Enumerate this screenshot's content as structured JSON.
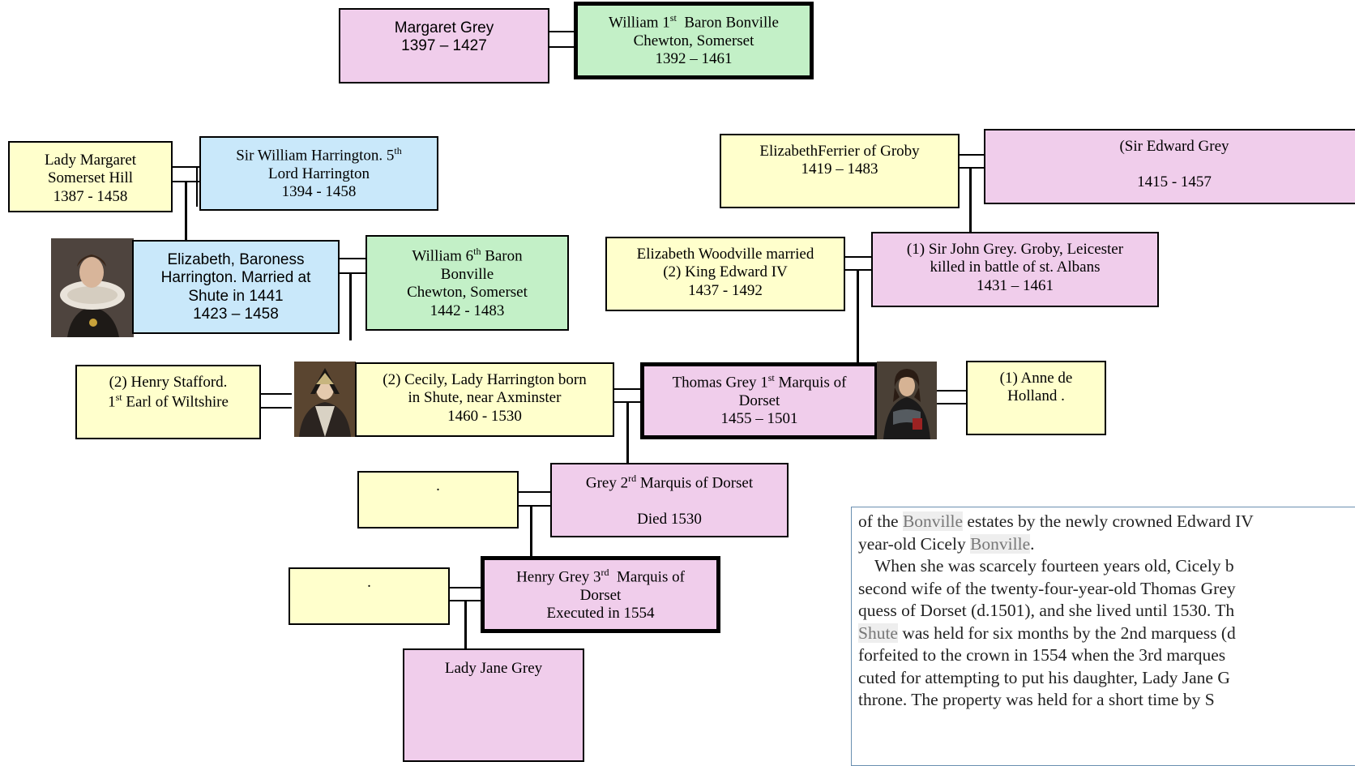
{
  "people": {
    "margaret_grey": [
      "Margaret Grey",
      "1397 – 1427"
    ],
    "william_1st": [
      "William 1st  Baron Bonville",
      "Chewton, Somerset",
      "1392 – 1461"
    ],
    "lady_margaret": [
      "Lady Margaret",
      "Somerset Hill",
      "1387 - 1458"
    ],
    "sir_william_harrington": [
      "Sir William Harrington. 5th",
      "Lord Harrington",
      "1394 - 1458"
    ],
    "elizabeth_baroness": [
      "Elizabeth, Baroness",
      "Harrington. Married at",
      "Shute in 1441",
      "1423 – 1458"
    ],
    "william_6th": [
      "William 6th Baron",
      "Bonville",
      "Chewton, Somerset",
      "1442 - 1483"
    ],
    "elizabeth_ferrier": [
      "ElizabethFerrier of Groby",
      "1419 – 1483"
    ],
    "sir_edward_grey": [
      "(Sir Edward Grey",
      "",
      "1415 - 1457"
    ],
    "elizabeth_woodville": [
      "Elizabeth Woodville married",
      "(2) King Edward IV",
      "1437 - 1492"
    ],
    "sir_john_grey": [
      "(1) Sir John Grey. Groby, Leicester",
      "killed in battle of st. Albans",
      "1431 – 1461"
    ],
    "henry_stafford": [
      "(2) Henry Stafford.",
      "1st Earl of Wiltshire"
    ],
    "cecily": [
      "(2) Cecily, Lady Harrington born",
      "in Shute, near Axminster",
      "1460 - 1530"
    ],
    "thomas_grey": [
      "Thomas Grey 1st Marquis of",
      "Dorset",
      "1455 – 1501"
    ],
    "anne_de_holland": [
      "(1) Anne de",
      "Holland ."
    ],
    "grey_2nd": [
      "Grey 2rd Marquis of Dorset",
      "",
      "Died 1530"
    ],
    "spouse_2nd": [
      "."
    ],
    "henry_grey_3rd": [
      "Henry Grey 3rd  Marquis of",
      "Dorset",
      "Executed in 1554"
    ],
    "spouse_3rd": [
      "."
    ],
    "lady_jane_grey": [
      "Lady Jane Grey"
    ]
  },
  "note": {
    "lines": [
      "of the Bonville estates by the newly crowned Edward IV",
      "year-old Cicely Bonville.",
      "When she was scarcely fourteen years old, Cicely b",
      "second wife of the twenty-four-year-old Thomas Grey",
      "quess of Dorset (d.1501), and she lived until 1530. Th",
      "Shute was held for six months by the 2nd marquess (d",
      "forfeited to the crown in 1554 when the 3rd marques",
      "cuted for attempting to put his daughter, Lady Jane G",
      "throne. The property was held for a short time by S"
    ]
  },
  "colors": {
    "pink": "#f0cdeb",
    "green": "#c3f0c7",
    "yellow": "#ffffcc",
    "blue": "#c9e8fa",
    "border": "#000000"
  },
  "icons": [
    "portrait-elizabeth",
    "portrait-cecily",
    "portrait-thomas"
  ]
}
